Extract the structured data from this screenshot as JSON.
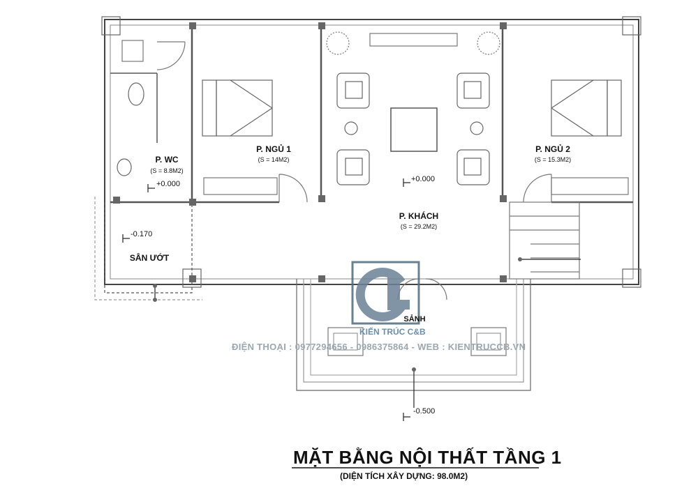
{
  "rooms": {
    "wc": {
      "name": "P. WC",
      "area": "(S = 8.8M2)"
    },
    "bedroom1": {
      "name": "P. NGỦ 1",
      "area": "(S = 14M2)"
    },
    "living": {
      "name": "P. KHÁCH",
      "area": "(S = 29.2M2)"
    },
    "bedroom2": {
      "name": "P. NGỦ 2",
      "area": "(S = 15.3M2)"
    },
    "wet_yard": {
      "name": "SÂN ƯỚT"
    },
    "porch": {
      "name": "SẢNH"
    }
  },
  "levels": {
    "wc": "+0.000",
    "living": "+0.000",
    "yard": "-0.170",
    "porch": "-0.500"
  },
  "watermark": {
    "brand": "KIẾN TRÚC C&B",
    "contact": "ĐIỆN THOẠI : 0977294656 - 0986375864 - WEB : KIENTRUCCB.VN"
  },
  "title": "MẶT BẰNG NỘI THẤT TẦNG 1",
  "subtitle": "(DIỆN TÍCH XÂY DỰNG: 98.0M2)"
}
